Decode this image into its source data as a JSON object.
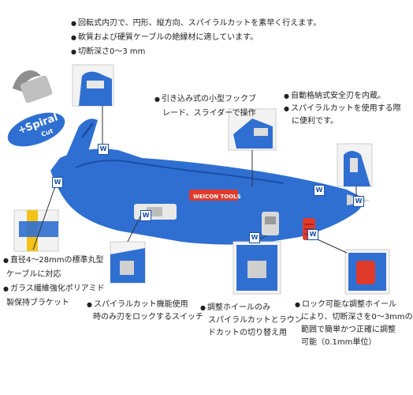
{
  "intro": {
    "line1": "回転式内刃で、円形、縦方向、スパイラルカットを素早く行えます。",
    "line2": "軟質および硬質ケーブルの絶縁材に適しています。",
    "line3": "切断深さ0〜3 mm"
  },
  "spiral_badge": {
    "plus": "+",
    "word": "Spiral",
    "cut": "Cut"
  },
  "callouts": {
    "slider": {
      "line1": "引き込み式の小型フックブ",
      "line2": "レード、スライダーで操作"
    },
    "blade": {
      "line1": "自動格納式安全刃を内蔵。",
      "line2": "スパイラルカットを使用する際",
      "line3": "に便利です。"
    },
    "diameter": {
      "line1": "直径4〜28mmの標準丸型",
      "line2": "ケーブルに対応"
    },
    "material": {
      "line1": "ガラス繊維強化ポリアミド",
      "line2": "製保持ブラケット"
    },
    "switch": {
      "line1": "スパイラルカット機能使用",
      "line2": "時のみ刃をロックするスイッチ"
    },
    "wheel_mode": {
      "line1": "調整ホイールのみ",
      "line2": "スパイラルカットとラウン",
      "line3": "ドカットの切り替え用"
    },
    "depth_wheel": {
      "line1": "ロック可能な調整ホイール",
      "line2": "により、切断深さを0〜3mmの",
      "line3": "範囲で簡単かつ正確に調整",
      "line4": "可能（0.1mm単位）"
    }
  },
  "tool": {
    "brand": "WEICON TOOLS",
    "marker_glyph": "W"
  },
  "colors": {
    "tool_blue": "#2f6fd1",
    "tool_blue_dark": "#1a4fa8",
    "tool_red": "#e03a2b",
    "cable_yellow": "#f2c21b"
  }
}
